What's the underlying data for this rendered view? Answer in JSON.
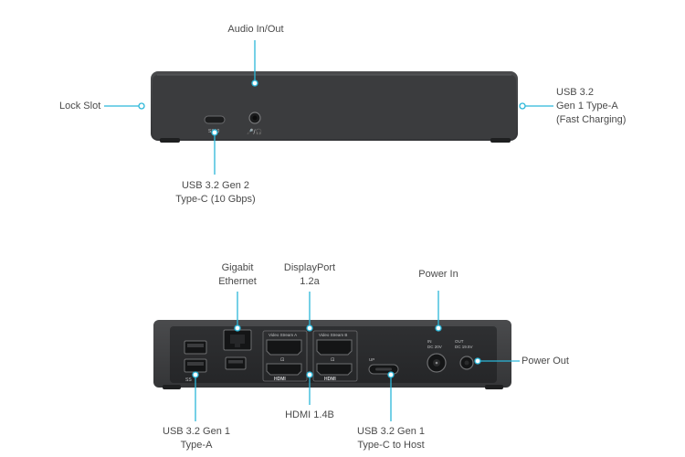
{
  "accent_color": "#2bb7d9",
  "device_color": "#3a3b3d",
  "front_view": {
    "labels": {
      "audio": "Audio In/Out",
      "lock_slot": "Lock Slot",
      "usb_a_fast": [
        "USB 3.2",
        "Gen 1 Type-A",
        "(Fast Charging)"
      ],
      "usb_c_10g": [
        "USB 3.2 Gen 2",
        "Type-C (10 Gbps)"
      ]
    },
    "port_markings": {
      "usb_c": "SS10",
      "audio": "🎤/🎧"
    }
  },
  "rear_view": {
    "labels": {
      "ethernet": [
        "Gigabit",
        "Ethernet"
      ],
      "displayport": [
        "DisplayPort",
        "1.2a"
      ],
      "power_in": "Power In",
      "power_out": "Power Out",
      "usb_a": [
        "USB 3.2 Gen 1",
        "Type-A"
      ],
      "hdmi": "HDMI 1.4B",
      "usb_c_host": [
        "USB 3.2 Gen 1",
        "Type-C to Host"
      ]
    },
    "port_markings": {
      "stream_a": "Video Stream A",
      "stream_b": "Video Stream B",
      "hdmi": "HDMI",
      "dc_in": [
        "IN",
        "DC 20V"
      ],
      "dc_out": [
        "OUT",
        "DC 19.5V"
      ],
      "usb_ss": "SS",
      "upstream": "UP"
    }
  }
}
